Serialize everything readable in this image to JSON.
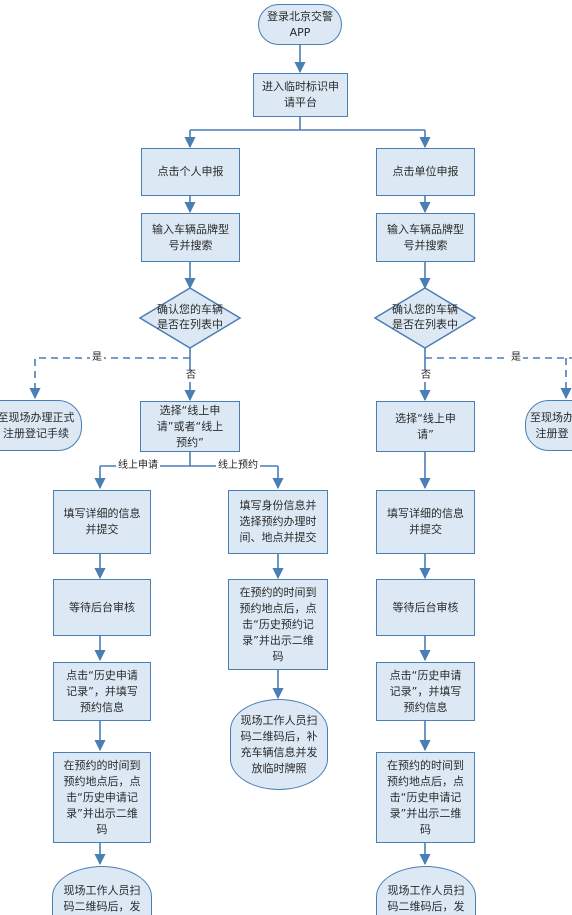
{
  "nodes": {
    "start": "登录北京交警\nAPP",
    "enter": "进入临时标识申\n请平台",
    "personal": "点击个人申报",
    "unit": "点击单位申报",
    "input_l": "输入车辆品牌型\n号并搜索",
    "input_r": "输入车辆品牌型\n号并搜索",
    "confirm_l": "确认您的车辆\n是否在列表中",
    "confirm_r": "确认您的车辆\n是否在列表中",
    "onsite_l": "至现场办理正式\n注册登记手续",
    "onsite_r": "至现场办\n注册登",
    "choose_l": "选择“线上申\n请”或者“线上\n预约”",
    "choose_r": "选择“线上申\n请”",
    "fill_l": "填写详细的信息\n并提交",
    "reserve_fill": "填写身份信息并\n选择预约办理时\n间、地点并提交",
    "fill_r": "填写详细的信息\n并提交",
    "wait_l": "等待后台审核",
    "reserve_arrive": "在预约的时间到\n预约地点后，点\n击“历史预约记\n录”并出示二维\n码",
    "wait_r": "等待后台审核",
    "history_l": "点击“历史申请\n记录”，并填写\n预约信息",
    "reserve_staff": "现场工作人员扫\n码二维码后，补\n充车辆信息并发\n放临时牌照",
    "history_r": "点击“历史申请\n记录”，并填写\n预约信息",
    "arrive_l": "在预约的时间到\n预约地点后，点\n击“历史申请记\n录”并出示二维\n码",
    "arrive_r": "在预约的时间到\n预约地点后，点\n击“历史申请记\n录”并出示二维\n码",
    "staff_l": "现场工作人员扫\n码二维码后，发",
    "staff_r": "现场工作人员扫\n码二维码后，发"
  },
  "edge_labels": {
    "yes_l": "是",
    "no_l": "否",
    "yes_r": "是",
    "no_r": "否",
    "online_apply": "线上申请",
    "online_reserve": "线上预约"
  },
  "colors": {
    "node_fill": "#dce9f5",
    "node_border": "#4a7fb5",
    "edge": "#4a7fb5"
  }
}
